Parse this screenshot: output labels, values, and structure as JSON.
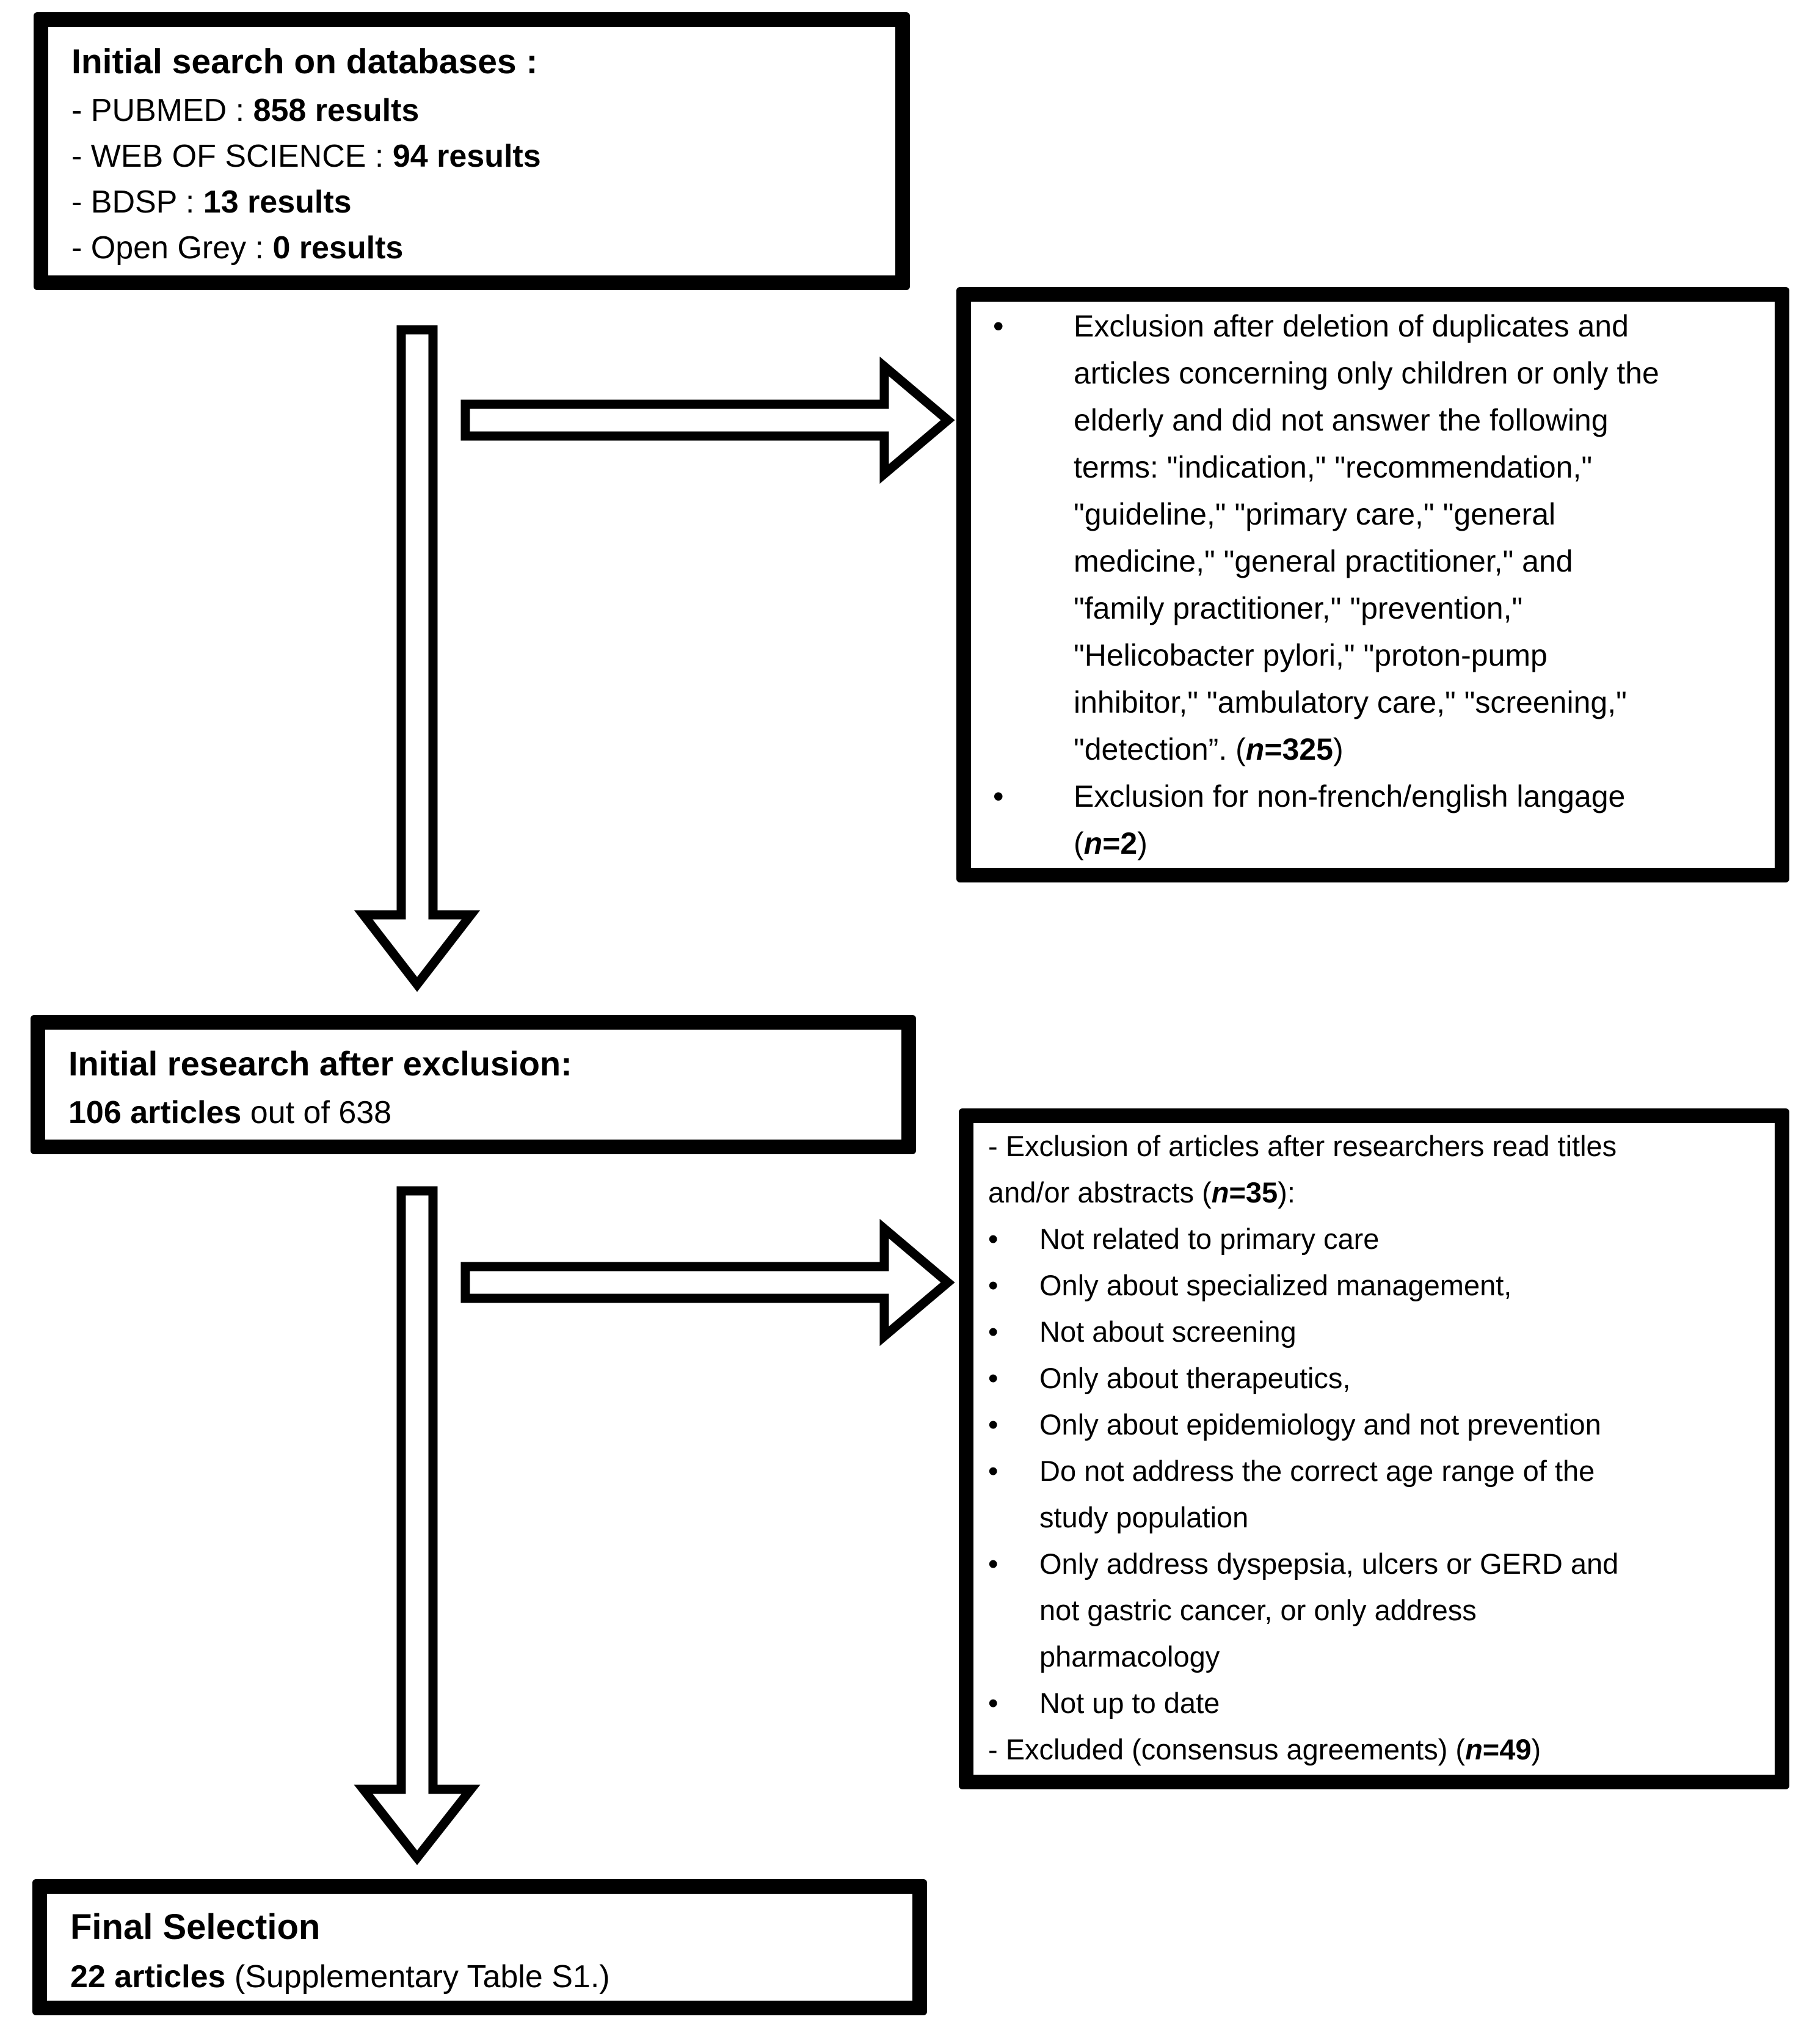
{
  "palette": {
    "ink": "#000000",
    "paper": "#ffffff"
  },
  "flowchart": {
    "initial_search_box": {
      "title": "Initial search on databases :",
      "lines": [
        [
          {
            "t": "- PUBMED : "
          },
          {
            "t": "858 results",
            "b": true
          }
        ],
        [
          {
            "t": "- WEB OF SCIENCE : "
          },
          {
            "t": "94 results",
            "b": true
          }
        ],
        [
          {
            "t": "- BDSP : "
          },
          {
            "t": "13 results",
            "b": true
          }
        ],
        [
          {
            "t": "- Open Grey : "
          },
          {
            "t": "0 results",
            "b": true
          }
        ]
      ]
    },
    "exclusion_box_1": {
      "bullet_char": "•",
      "bullets": [
        {
          "lines": [
            [
              {
                "t": "Exclusion after deletion of duplicates and"
              }
            ],
            [
              {
                "t": "articles concerning only children or only the"
              }
            ],
            [
              {
                "t": "elderly and did not answer the following"
              }
            ],
            [
              {
                "t": "terms: \"indication,\" \"recommendation,\""
              }
            ],
            [
              {
                "t": "\"guideline,\" \"primary care,\" \"general"
              }
            ],
            [
              {
                "t": "medicine,\" \"general practitioner,\" and"
              }
            ],
            [
              {
                "t": "\"family practitioner,\" \"prevention,\""
              }
            ],
            [
              {
                "t": "\"Helicobacter pylori,\" \"proton-pump"
              }
            ],
            [
              {
                "t": "inhibitor,\" \"ambulatory care,\" \"screening,\""
              }
            ],
            [
              {
                "t": "\"detection”. ("
              },
              {
                "t": "n",
                "b": true,
                "i": true
              },
              {
                "t": "=325",
                "b": true
              },
              {
                "t": ")"
              }
            ]
          ]
        },
        {
          "lines": [
            [
              {
                "t": "Exclusion for non-french/english langage"
              }
            ],
            [
              {
                "t": "("
              },
              {
                "t": "n",
                "b": true,
                "i": true
              },
              {
                "t": "=2",
                "b": true
              },
              {
                "t": ")"
              }
            ]
          ]
        }
      ]
    },
    "after_exclusion_box": {
      "title": "Initial research after exclusion:",
      "lines": [
        [
          {
            "t": "106 articles",
            "b": true
          },
          {
            "t": " out of 638"
          }
        ]
      ]
    },
    "exclusion_box_2": {
      "bullet_char": "•",
      "header_lines": [
        [
          {
            "t": "- Exclusion of articles after researchers read titles"
          }
        ],
        [
          {
            "t": "and/or abstracts ("
          },
          {
            "t": "n",
            "b": true,
            "i": true
          },
          {
            "t": "=35",
            "b": true
          },
          {
            "t": "):"
          }
        ]
      ],
      "bullets": [
        {
          "lines": [
            [
              {
                "t": "Not related to primary care"
              }
            ]
          ]
        },
        {
          "lines": [
            [
              {
                "t": "Only about specialized management,"
              }
            ]
          ]
        },
        {
          "lines": [
            [
              {
                "t": "Not about screening"
              }
            ]
          ]
        },
        {
          "lines": [
            [
              {
                "t": "Only about therapeutics,"
              }
            ]
          ]
        },
        {
          "lines": [
            [
              {
                "t": "Only about epidemiology and not prevention"
              }
            ]
          ]
        },
        {
          "lines": [
            [
              {
                "t": "Do not address the correct age range of the"
              }
            ],
            [
              {
                "t": "study population"
              }
            ]
          ]
        },
        {
          "lines": [
            [
              {
                "t": "Only address dyspepsia, ulcers or GERD and"
              }
            ],
            [
              {
                "t": "not gastric cancer, or only address"
              }
            ],
            [
              {
                "t": "pharmacology"
              }
            ]
          ]
        },
        {
          "lines": [
            [
              {
                "t": "Not up to date"
              }
            ]
          ]
        }
      ],
      "footer_lines": [
        [
          {
            "t": "- Excluded (consensus agreements) ("
          },
          {
            "t": "n",
            "b": true,
            "i": true
          },
          {
            "t": "=49",
            "b": true
          },
          {
            "t": ")"
          }
        ]
      ]
    },
    "final_selection_box": {
      "title": "Final Selection",
      "lines": [
        [
          {
            "t": "22 articles",
            "b": true
          },
          {
            "t": " (Supplementary Table S1.)"
          }
        ]
      ]
    }
  }
}
